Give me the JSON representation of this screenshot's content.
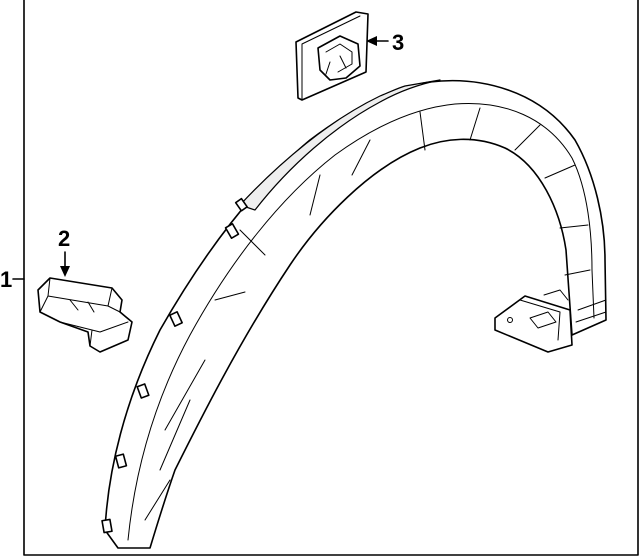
{
  "callouts": {
    "part_1": "1",
    "part_2": "2",
    "part_3": "3"
  },
  "colors": {
    "line": "#000000",
    "background": "#ffffff",
    "shade": "#efefef"
  }
}
